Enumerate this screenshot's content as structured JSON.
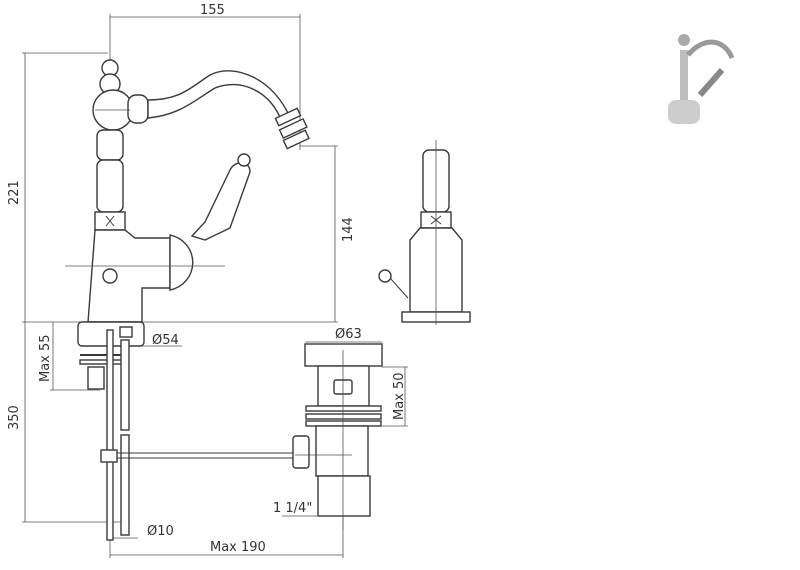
{
  "dimensions": {
    "spout_reach": "155",
    "total_height": "221",
    "spout_height": "144",
    "tail_length": "350",
    "max_deck_thickness": "Max 55",
    "base_diameter": "Ø54",
    "waste_cap_diameter": "Ø63",
    "waste_max_thickness": "Max 50",
    "waste_thread": "1 1/4\"",
    "rod_diameter": "Ø10",
    "max_rod_reach": "Max 190"
  }
}
